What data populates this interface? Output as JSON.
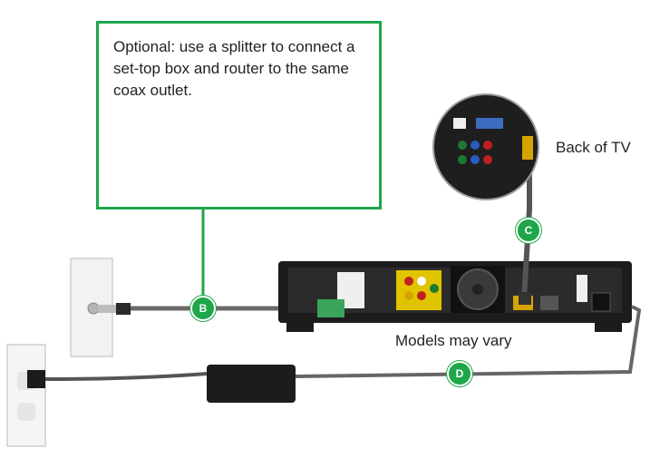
{
  "callout": {
    "text": "Optional: use a splitter to connect a set-top box and router to the same coax outlet."
  },
  "labels": {
    "back_of_tv": "Back of TV",
    "models_may_vary": "Models may vary"
  },
  "badges": {
    "b": "B",
    "c": "C",
    "d": "D"
  },
  "colors": {
    "accent_green": "#1fa64a",
    "cable_gray": "#6a6a6a",
    "device_black": "#1c1c1c"
  },
  "icons": [
    "wall-coax-outlet-icon",
    "splitter-icon",
    "set-top-box-icon",
    "router-icon",
    "wall-power-outlet-icon",
    "power-adapter-icon",
    "tv-back-panel-icon",
    "receiver-back-panel-icon",
    "hdmi-cable-icon"
  ]
}
